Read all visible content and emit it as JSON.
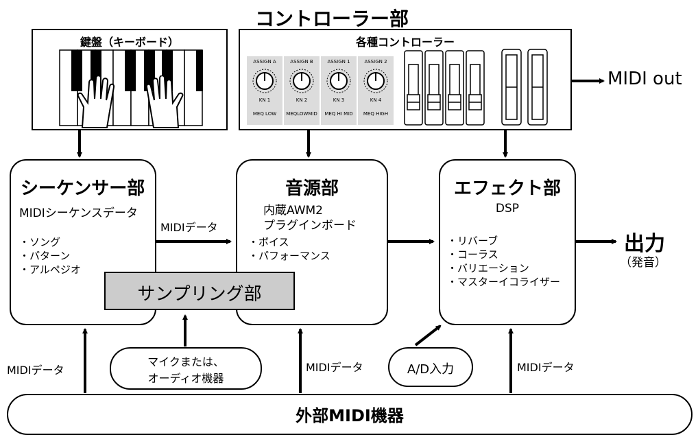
{
  "header": {
    "controller_section": "コントローラー部"
  },
  "keyboard": {
    "title": "鍵盤（キーボード）"
  },
  "controllers": {
    "title": "各種コントローラー",
    "knobs": [
      {
        "assign": "ASSIGN A",
        "kn": "KN 1",
        "meq": "MEQ LOW"
      },
      {
        "assign": "ASSIGN B",
        "kn": "KN 2",
        "meq": "MEQLOWMID"
      },
      {
        "assign": "ASSIGN 1",
        "kn": "KN 3",
        "meq": "MEQ HI MID"
      },
      {
        "assign": "ASSIGN 2",
        "kn": "KN 4",
        "meq": "MEQ HIGH"
      }
    ]
  },
  "midi_out": "MIDI out",
  "sequencer": {
    "title": "シーケンサー部",
    "subtitle": "MIDIシーケンスデータ",
    "items": [
      "・ソング",
      "・パターン",
      "・アルペジオ"
    ]
  },
  "tone_generator": {
    "title": "音源部",
    "line1": "内蔵AWM2",
    "line2": "プラグインボード",
    "items": [
      "・ボイス",
      "・パフォーマンス"
    ]
  },
  "effect": {
    "title": "エフェクト部",
    "subtitle": "DSP",
    "items": [
      "・リバーブ",
      "・コーラス",
      "・バリエーション",
      "・マスターイコライザー"
    ]
  },
  "output": {
    "main": "出力",
    "sub": "（発音）"
  },
  "sampling": {
    "title": "サンプリング部"
  },
  "midi_data_label": "MIDIデータ",
  "mic_input": {
    "line1": "マイクまたは、",
    "line2": "オーディオ機器"
  },
  "ad_input": "A/D入力",
  "external": {
    "title": "外部MIDI機器"
  },
  "colors": {
    "controller_panel": "#dcdcdc",
    "sampling_box": "#cccccc"
  }
}
